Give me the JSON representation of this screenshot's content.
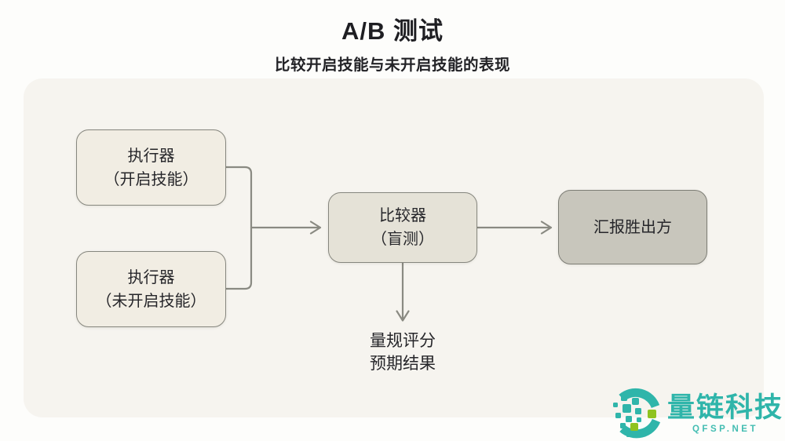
{
  "title": "A/B 测试",
  "subtitle": "比较开启技能与未开启技能的表现",
  "diagram": {
    "nodes": [
      {
        "id": "executor-on",
        "line1": "执行器",
        "line2": "（开启技能）"
      },
      {
        "id": "executor-off",
        "line1": "执行器",
        "line2": "（未开启技能）"
      },
      {
        "id": "comparator",
        "line1": "比较器",
        "line2": "（盲测）"
      },
      {
        "id": "report-winner",
        "line1": "汇报胜出方",
        "line2": ""
      }
    ],
    "output_label": {
      "line1": "量规评分",
      "line2": "预期结果"
    }
  },
  "logo": {
    "brand": "量链科技",
    "domain": "QFSP.NET",
    "icon": "pixel-circle-logo"
  },
  "colors": {
    "background": "#FDFDFB",
    "panel": "#F6F4EF",
    "node_cream": "#F1EDE3",
    "node_beige": "#E5E2D7",
    "node_gray": "#C8C6BC",
    "node_border": "#86867E",
    "connector": "#8A8A82",
    "text": "#26262A",
    "logo_teal": "#2FB5AA",
    "logo_green": "#8FC31F"
  }
}
